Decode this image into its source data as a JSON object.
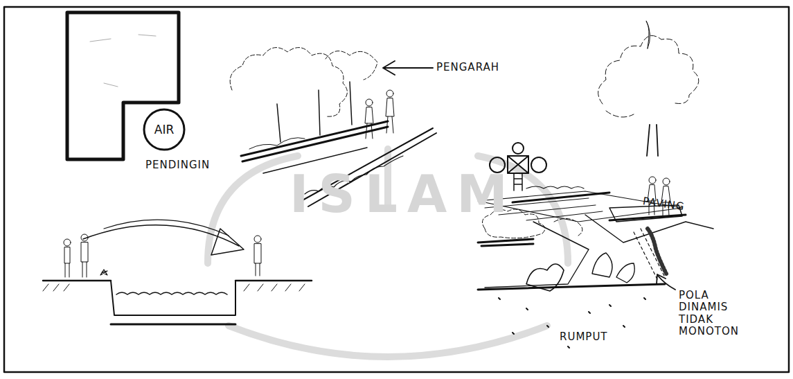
{
  "diagram": {
    "nodes": [
      {
        "text": [
          "AIR"
        ]
      }
    ],
    "labels": [
      "PENGARAH",
      "PENDINGIN",
      "PAVING",
      "RUMPUT",
      "POLA DINAMIS TIDAK MONOTON",
      "ISLAM"
    ]
  }
}
